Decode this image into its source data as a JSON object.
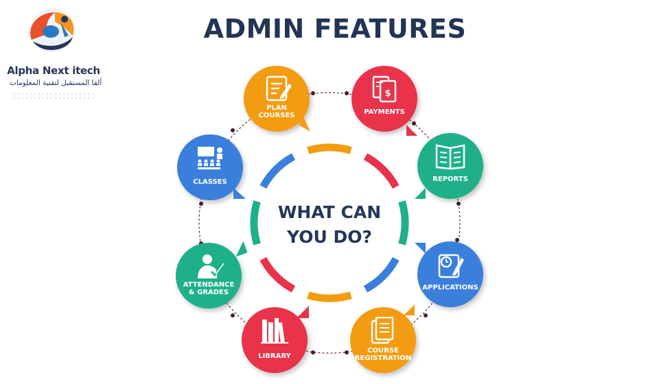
{
  "logo": {
    "name": "Alpha Next itech",
    "tagline": "ألفا المستقبل لتقنية المعلومات"
  },
  "title": "ADMIN FEATURES",
  "center": {
    "line1": "WHAT CAN",
    "line2": "YOU DO?"
  },
  "features": [
    {
      "line1": "PLAN",
      "line2": "COURSES",
      "icon": "plan-icon",
      "color": "#f39c12"
    },
    {
      "line1": "PAYMENTS",
      "line2": "",
      "icon": "payments-icon",
      "color": "#e8334a"
    },
    {
      "line1": "REPORTS",
      "line2": "",
      "icon": "reports-icon",
      "color": "#1fb08a"
    },
    {
      "line1": "APPLICATIONS",
      "line2": "",
      "icon": "applications-icon",
      "color": "#3b7fdc"
    },
    {
      "line1": "COURSE",
      "line2": "REGISTRATION",
      "icon": "registration-icon",
      "color": "#f39c12"
    },
    {
      "line1": "LIBRARY",
      "line2": "",
      "icon": "library-icon",
      "color": "#e8334a"
    },
    {
      "line1": "ATTENDANCE",
      "line2": "& GRADES",
      "icon": "attendance-icon",
      "color": "#1fb08a"
    },
    {
      "line1": "CLASSES",
      "line2": "",
      "icon": "classes-icon",
      "color": "#3b7fdc"
    }
  ],
  "colors": {
    "navy": "#243659",
    "orange": "#f39c12",
    "red": "#e8334a",
    "green": "#1fb08a",
    "blue": "#3b7fdc",
    "connector": "#5a2a2a"
  }
}
